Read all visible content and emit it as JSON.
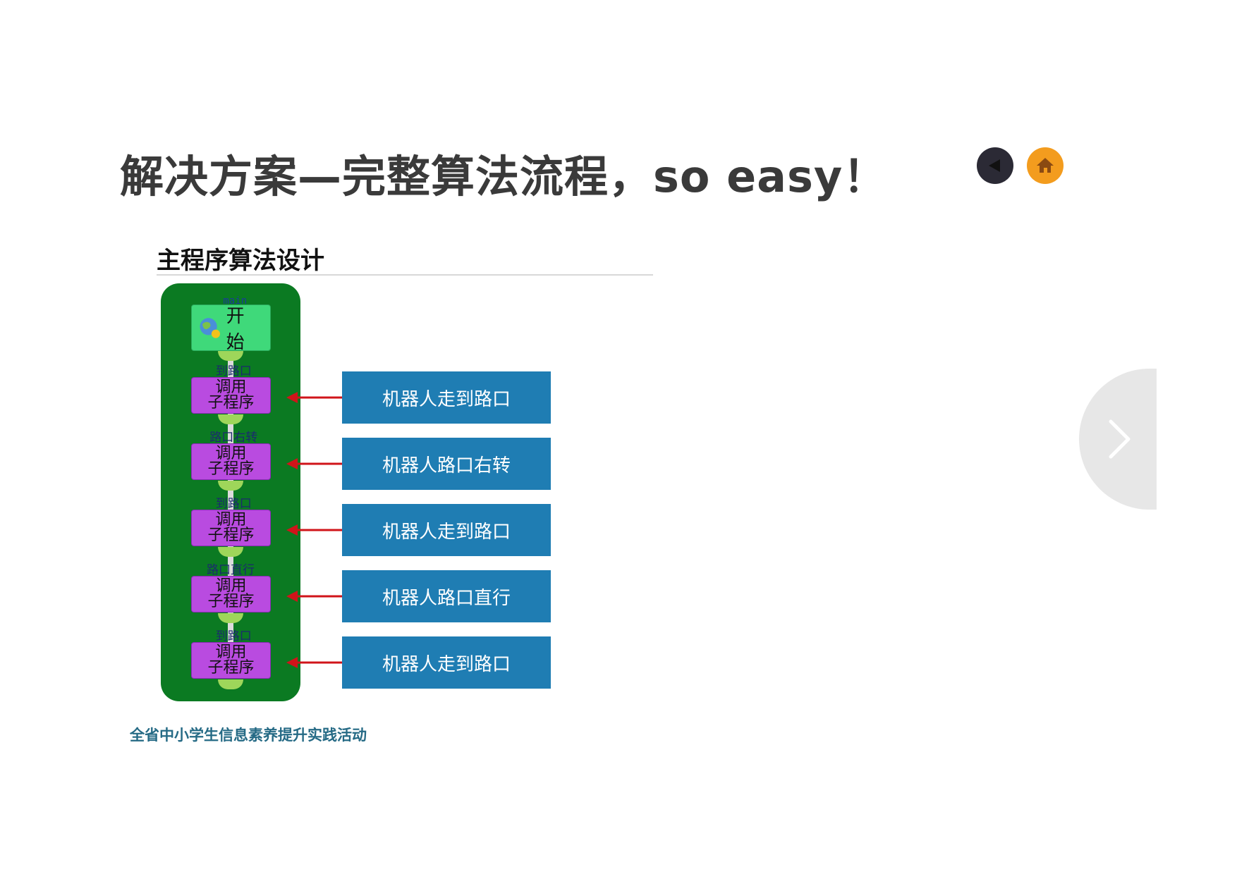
{
  "header": {
    "title": "解决方案—完整算法流程，so easy！"
  },
  "nav": {
    "back_icon": "back-arrow-icon",
    "home_icon": "home-icon",
    "next_icon": "chevron-right-icon"
  },
  "section": {
    "subtitle": "主程序算法设计"
  },
  "flowchart": {
    "main_label": "_main",
    "start_label": "开 始",
    "sub_blocks": [
      {
        "label": "_到路口",
        "line1": "调用",
        "line2": "子程序",
        "description": "机器人走到路口"
      },
      {
        "label": "_路口右转",
        "line1": "调用",
        "line2": "子程序",
        "description": "机器人路口右转"
      },
      {
        "label": "_到路口",
        "line1": "调用",
        "line2": "子程序",
        "description": "机器人走到路口"
      },
      {
        "label": "路口直行",
        "line1": "调用",
        "line2": "子程序",
        "description": "机器人路口直行"
      },
      {
        "label": "_到路口",
        "line1": "调用",
        "line2": "子程序",
        "description": "机器人走到路口"
      }
    ]
  },
  "footer": {
    "text": "全省中小学生信息素养提升实践活动"
  },
  "colors": {
    "panel": "#0b7a22",
    "start_block": "#3fd97a",
    "sub_block": "#b94be0",
    "desc_box": "#1f7db3",
    "arrow": "#d0141a",
    "home_button": "#f39c1e",
    "back_button": "#2b2a35"
  }
}
